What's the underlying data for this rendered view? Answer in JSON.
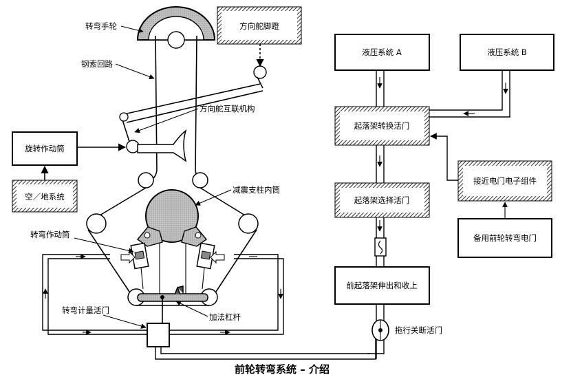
{
  "title": "前轮转弯系统 – 介绍",
  "labels": {
    "tiller": "转弯手轮",
    "cable_loop": "钢索回路",
    "rudder_pedals": "方向舵脚蹬",
    "rudder_interconnect": "方向舵互联机构",
    "rotary_actuator": "旋转作动筒",
    "air_ground_system": "空／地系统",
    "shock_strut_inner_cylinder": "减震支柱内筒",
    "steering_actuator": "转弯作动筒",
    "summing_lever": "加法杠杆",
    "steering_metering_valve": "转弯计量活门",
    "hydraulic_system_a": "液压系统 A",
    "hydraulic_system_b": "液压系统 B",
    "gear_transfer_valve": "起落架转换活门",
    "proximity_switch_electronics_unit": "接近电门电子组件",
    "gear_selector_valve": "起落架选择活门",
    "alternate_nose_wheel_steering_switch": "备用前轮转弯电门",
    "nose_gear_extend_retract": "前起落架伸出和收上",
    "towing_shutoff_valve": "拖行关断活门"
  },
  "colors": {
    "line": "#000000",
    "background": "#ffffff",
    "fill": "#b0b0b0"
  }
}
